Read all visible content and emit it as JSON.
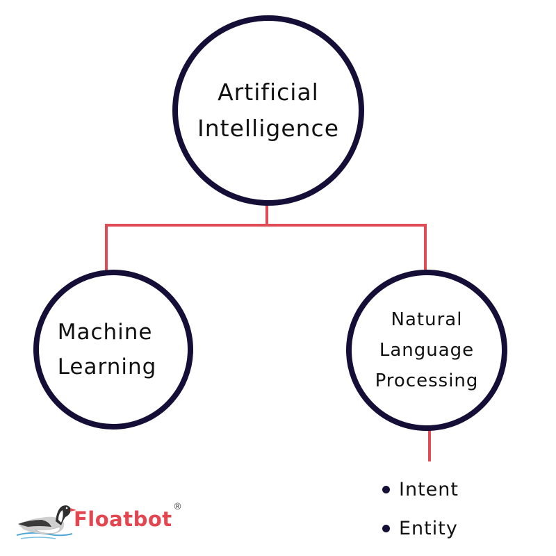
{
  "diagram": {
    "root": {
      "lines": [
        "Artificial",
        "Intelligence"
      ]
    },
    "left_child": {
      "lines": [
        "Machine",
        "Learning"
      ]
    },
    "right_child": {
      "lines": [
        "Natural",
        "Language",
        "Processing"
      ],
      "bullets": [
        "Intent",
        "Entity"
      ]
    }
  },
  "logo": {
    "text": "Floatbot",
    "registered": "®"
  },
  "colors": {
    "node_border": "#150f38",
    "connector": "#e14b55",
    "logo_text": "#e4464f"
  },
  "icons": {
    "logo_mark": "seagull-icon",
    "bullet": "bullet-dot-icon"
  }
}
